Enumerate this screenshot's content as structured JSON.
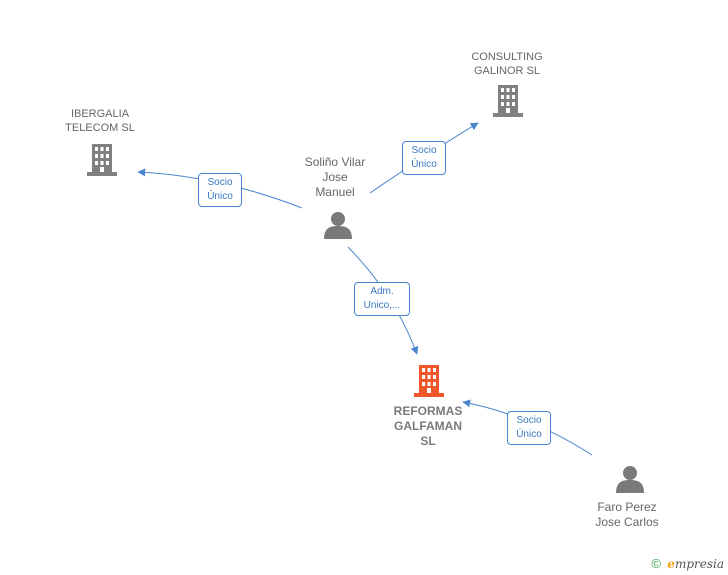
{
  "nodes": {
    "ibergalia": {
      "label": "IBERGALIA\nTELECOM  SL",
      "type": "company",
      "icon": "building-icon"
    },
    "consulting": {
      "label": "CONSULTING\nGALINOR  SL",
      "type": "company",
      "icon": "building-icon"
    },
    "solino": {
      "label": "Soliño Vilar\nJose\nManuel",
      "type": "person",
      "icon": "person-icon"
    },
    "reformas": {
      "label": "REFORMAS\nGALFAMAN\nSL",
      "type": "company-main",
      "icon": "building-icon"
    },
    "faro": {
      "label": "Faro Perez\nJose Carlos",
      "type": "person",
      "icon": "person-icon"
    }
  },
  "edges": {
    "solino_ibergalia": {
      "label": "Socio\nÚnico"
    },
    "solino_consulting": {
      "label": "Socio\nÚnico"
    },
    "solino_reformas": {
      "label": "Adm.\nUnico,..."
    },
    "faro_reformas": {
      "label": "Socio\nÚnico"
    }
  },
  "footer": {
    "copyright": "©",
    "brand_initial": "e",
    "brand_rest": "mpresia"
  },
  "colors": {
    "edge": "#4a86d0",
    "company_icon": "#808080",
    "main_company_icon": "#f0582c",
    "person_icon": "#7a7a7a"
  }
}
